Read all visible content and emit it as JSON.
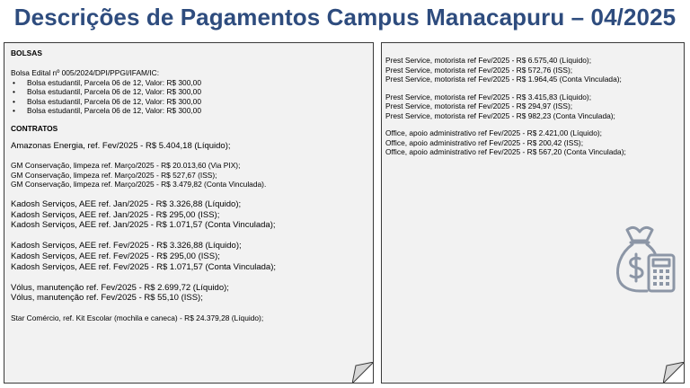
{
  "slide": {
    "title": "Descrições de Pagamentos Campus Manacapuru – 04/2025"
  },
  "left_panel": {
    "bolsas_heading": "BOLSAS",
    "bolsa_edital": "Bolsa Edital nº 005/2024/DPI/PPGI/IFAM/IC:",
    "bolsa_items": [
      "Bolsa estudantil, Parcela 06  de 12, Valor: R$ 300,00",
      "Bolsa estudantil, Parcela 06  de 12, Valor: R$ 300,00",
      "Bolsa estudantil, Parcela 06  de 12, Valor: R$ 300,00",
      "Bolsa estudantil, Parcela 06  de 12, Valor: R$ 300,00"
    ],
    "contratos_heading": "CONTRATOS",
    "amazonas": "Amazonas Energia, ref. Fev/2025 - R$ 5.404,18 (Líquido);",
    "gm": [
      "GM Conservação, limpeza ref. Março/2025 - R$ 20.013,60 (Via PIX);",
      "GM Conservação, limpeza ref. Março/2025 - R$ 527,67 (ISS);",
      "GM Conservação, limpeza ref. Março/2025 - R$ 3.479,82 (Conta Vinculada)."
    ],
    "kadosh_jan": [
      "Kadosh Serviços, AEE ref. Jan/2025 - R$ 3.326,88 (Líquido);",
      "Kadosh Serviços, AEE ref. Jan/2025 - R$ 295,00 (ISS);",
      "Kadosh Serviços, AEE ref. Jan/2025 - R$ 1.071,57 (Conta Vinculada);"
    ],
    "kadosh_fev": [
      "Kadosh Serviços, AEE ref. Fev/2025 - R$ 3.326,88 (Líquido);",
      "Kadosh Serviços, AEE ref. Fev/2025 - R$ 295,00 (ISS);",
      "Kadosh Serviços, AEE ref. Fev/2025 - R$ 1.071,57 (Conta Vinculada);"
    ],
    "volus": [
      "Vólus, manutenção ref. Fev/2025 - R$ 2.699,72 (Líquido);",
      "Vólus, manutenção ref. Fev/2025 - R$ 55,10 (ISS);"
    ],
    "star": "Star Comércio, ref. Kit Escolar (mochila e caneca) - R$ 24.379,28 (Líquido);"
  },
  "right_panel": {
    "group1": [
      "Prest Service, motorista ref Fev/2025 - R$ 6.575,40  (Líquido);",
      "Prest Service, motorista ref Fev/2025 - R$ 572,76  (ISS);",
      "Prest Service, motorista ref Fev/2025 - R$ 1.964,45  (Conta Vinculada);"
    ],
    "group2": [
      "Prest Service, motorista ref Fev/2025 - R$ 3.415,83  (Líquido);",
      "Prest Service, motorista ref Fev/2025 - R$ 294,97  (ISS);",
      "Prest Service, motorista ref Fev/2025 - R$ 982,23  (Conta Vinculada);"
    ],
    "group3": [
      "Office, apoio administrativo ref Fev/2025 - R$ 2.421,00  (Líquido);",
      "Office, apoio administrativo ref Fev/2025 - R$ 200,42  (ISS);",
      "Office, apoio administrativo ref Fev/2025 - R$ 567,20  (Conta Vinculada);"
    ]
  },
  "icons": {
    "money_bag": "money-bag-calculator-icon",
    "icon_color": "#8c96a6",
    "title_color": "#2e4c7e"
  }
}
